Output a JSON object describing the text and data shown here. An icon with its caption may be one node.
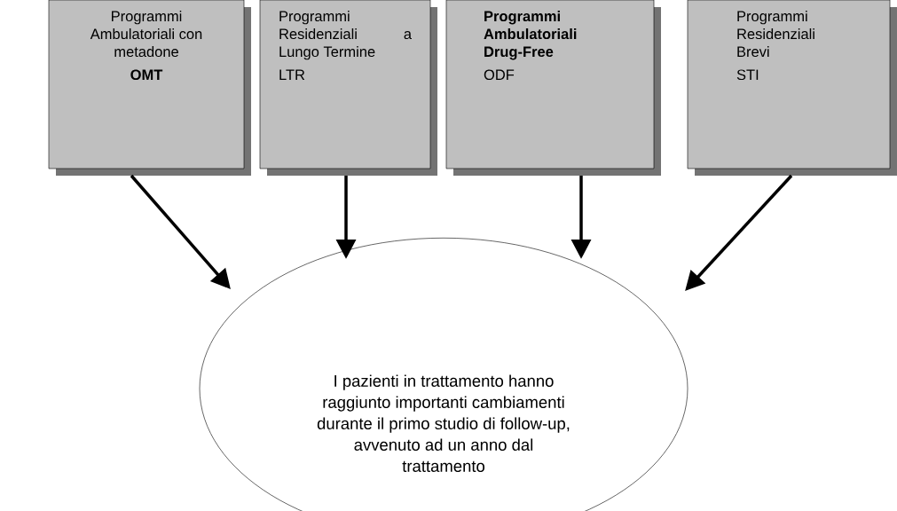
{
  "diagram": {
    "nodes": [
      {
        "text": [
          "Programmi Ambulatoriali con metadone",
          "OMT"
        ]
      },
      {
        "text": [
          "Programmi Residenziali a Lungo Termine",
          "LTR"
        ]
      },
      {
        "text": [
          "Programmi Ambulatoriali Drug-Free",
          "ODF"
        ]
      },
      {
        "text": [
          "Programmi Residenziali Brevi",
          "STI"
        ]
      },
      {
        "text": [
          "I pazienti in trattamento hanno raggiunto importanti cambiamenti durante il primo studio di follow-up, avvenuto ad un anno dal trattamento"
        ]
      }
    ],
    "edges": [
      {
        "from": 0,
        "to": 4,
        "arrow": "to"
      },
      {
        "from": 1,
        "to": 4,
        "arrow": "to"
      },
      {
        "from": 2,
        "to": 4,
        "arrow": "to"
      },
      {
        "from": 3,
        "to": 4,
        "arrow": "to"
      }
    ]
  }
}
